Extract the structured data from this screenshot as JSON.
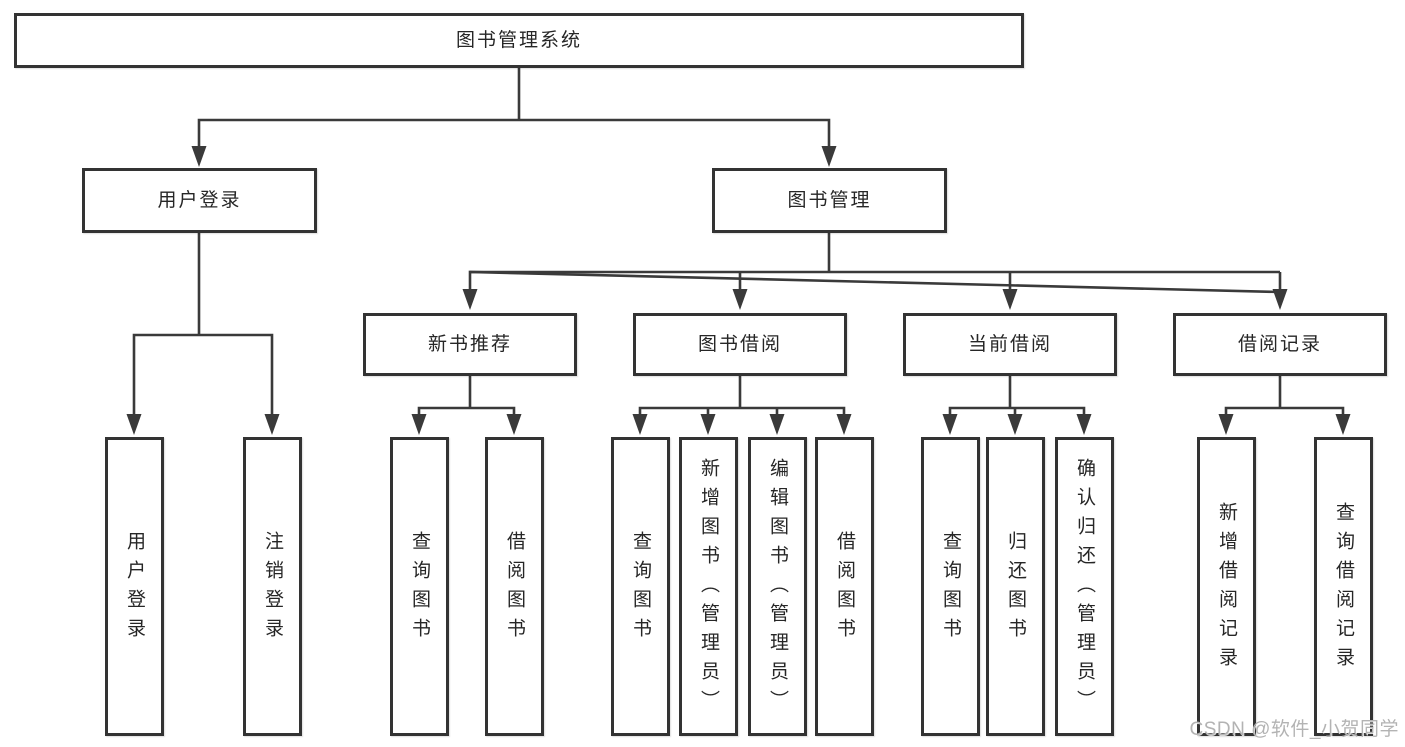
{
  "diagram": {
    "nodes": {
      "root": "图书管理系统",
      "user_login": "用户登录",
      "book_mgmt": "图书管理",
      "new_book_rec": "新书推荐",
      "book_borrow": "图书借阅",
      "current_borrow": "当前借阅",
      "borrow_record": "借阅记录",
      "leaf_user_login": "用户登录",
      "leaf_logout": "注销登录",
      "leaf_rec_query": "查询图书",
      "leaf_rec_borrow": "借阅图书",
      "leaf_bb_query": "查询图书",
      "leaf_bb_add": "新增图书（管理员）",
      "leaf_bb_edit": "编辑图书（管理员）",
      "leaf_bb_borrow": "借阅图书",
      "leaf_cb_query": "查询图书",
      "leaf_cb_return": "归还图书",
      "leaf_cb_confirm": "确认归还（管理员）",
      "leaf_br_add": "新增借阅记录",
      "leaf_br_query": "查询借阅记录"
    },
    "colors": {
      "line": "#3a3a3a",
      "box_border": "#333333",
      "box_fill": "#ffffff",
      "text": "#262626",
      "watermark_text": "#b3b3b3"
    },
    "watermark": "CSDN @软件_小贺同学"
  }
}
